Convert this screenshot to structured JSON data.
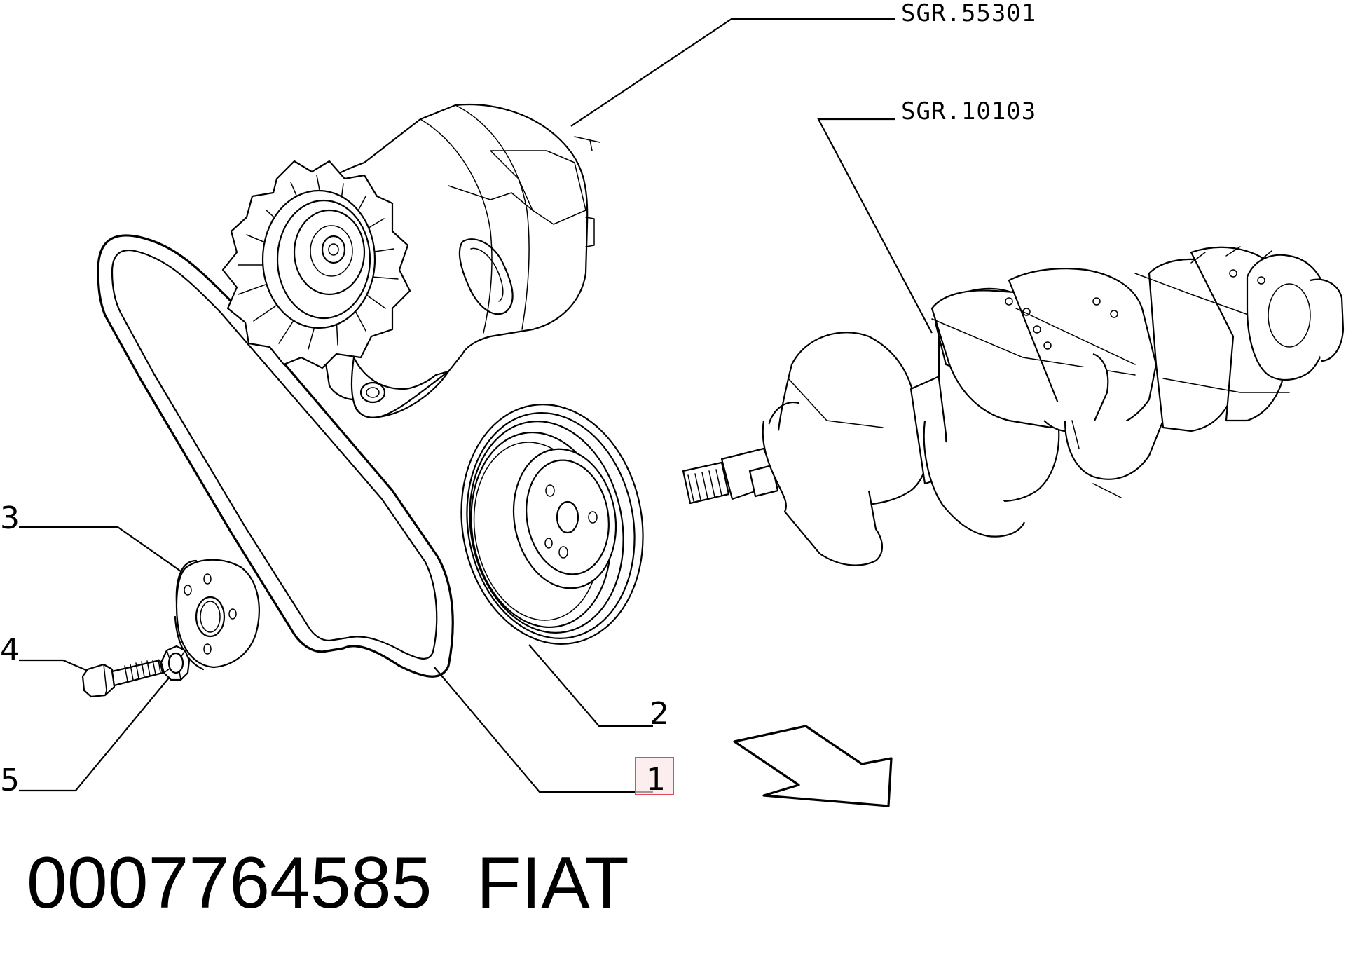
{
  "colors": {
    "line": "#000000",
    "background": "#ffffff",
    "highlight_border": "#e34b5a",
    "highlight_fill": "#fbe3e6"
  },
  "callouts": {
    "item_1": "1",
    "item_2": "2",
    "item_3": "3",
    "item_4": "4",
    "item_5": "5",
    "ref_alternator": "SGR.55301",
    "ref_crankshaft": "SGR.10103"
  },
  "highlighted_callout": "1",
  "footer": {
    "part_number": "0007764585",
    "brand": "FIAT"
  },
  "icons": [
    "alternator-icon",
    "crankshaft-icon",
    "drive-belt-icon",
    "pulley-icon",
    "hub-flange-icon",
    "bolt-icon",
    "washer-icon",
    "direction-arrow-icon"
  ]
}
